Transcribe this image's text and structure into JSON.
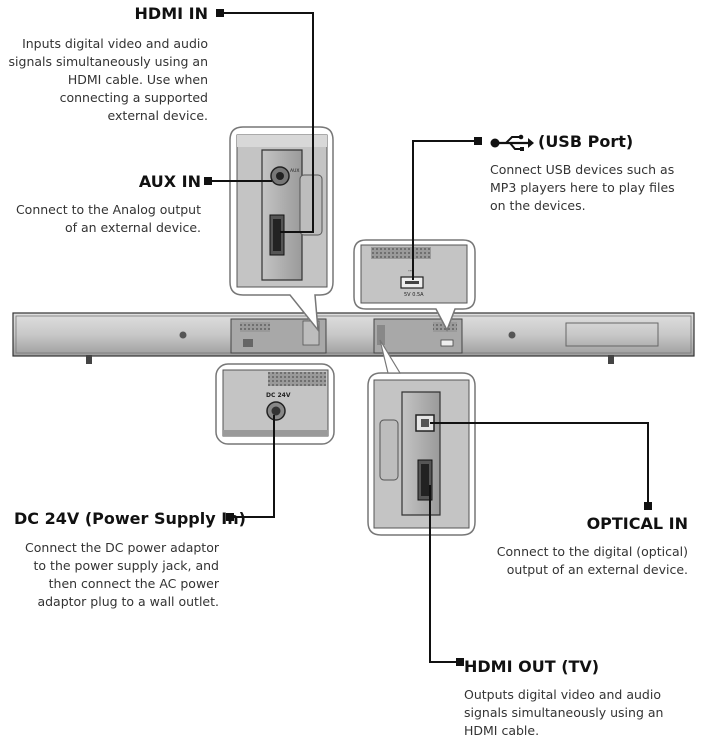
{
  "callouts": {
    "hdmi_in": {
      "title": "HDMI IN",
      "description": "Inputs digital video and audio\nsignals simultaneously using an\nHDMI cable. Use when\nconnecting a supported\nexternal device."
    },
    "aux_in": {
      "title": "AUX IN",
      "description": "Connect to the Analog output\nof an external device."
    },
    "usb_port": {
      "title": "(USB Port)",
      "description": "Connect USB devices such as\nMP3 players here to play files\non the devices."
    },
    "dc_24v": {
      "title": "DC 24V (Power Supply In)",
      "description": "Connect the DC power adaptor\nto the power supply jack, and\nthen connect the AC power\nadaptor plug to a wall outlet."
    },
    "optical_in": {
      "title": "OPTICAL IN",
      "description": "Connect to the digital (optical)\noutput of an external device."
    },
    "hdmi_out": {
      "title": "HDMI OUT (TV)",
      "description": "Outputs digital video and audio\nsignals simultaneously using an\nHDMI cable."
    }
  },
  "panel_markings": {
    "dc_24v": "DC 24V",
    "usb": "5V 0.5A"
  },
  "icons": {
    "usb": "usb-icon"
  },
  "colors": {
    "line": "#111111",
    "body": "#c9c9c9",
    "body_dark": "#8a8a8a",
    "panel": "#b5b5b5"
  }
}
